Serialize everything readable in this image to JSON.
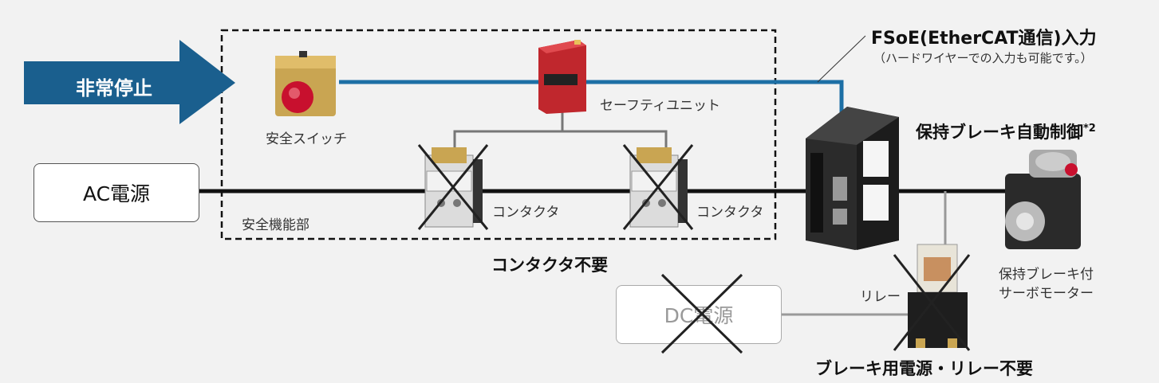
{
  "emergency_stop": "非常停止",
  "ac_power": "AC電源",
  "dc_power": "DC電源",
  "safety_switch": "安全スイッチ",
  "safety_unit": "セーフティユニット",
  "contactor_left": "コンタクタ",
  "contactor_right": "コンタクタ",
  "safety_section": "安全機能部",
  "contactor_unnecessary": "コンタクタ不要",
  "fsoe_title": "FSoE(EtherCAT通信)入力",
  "fsoe_note": "（ハードワイヤーでの入力も可能です。）",
  "brake_control": "保持ブレーキ自動制御",
  "brake_control_footnote": "*2",
  "servo_motor_line1": "保持ブレーキ付",
  "servo_motor_line2": "サーボモーター",
  "relay": "リレー",
  "brake_power_relay_unnecessary": "ブレーキ用電源・リレー不要",
  "colors": {
    "signal_line": "#1d6fa5",
    "arrow": "#1a5f8e",
    "power_line": "#111111"
  }
}
